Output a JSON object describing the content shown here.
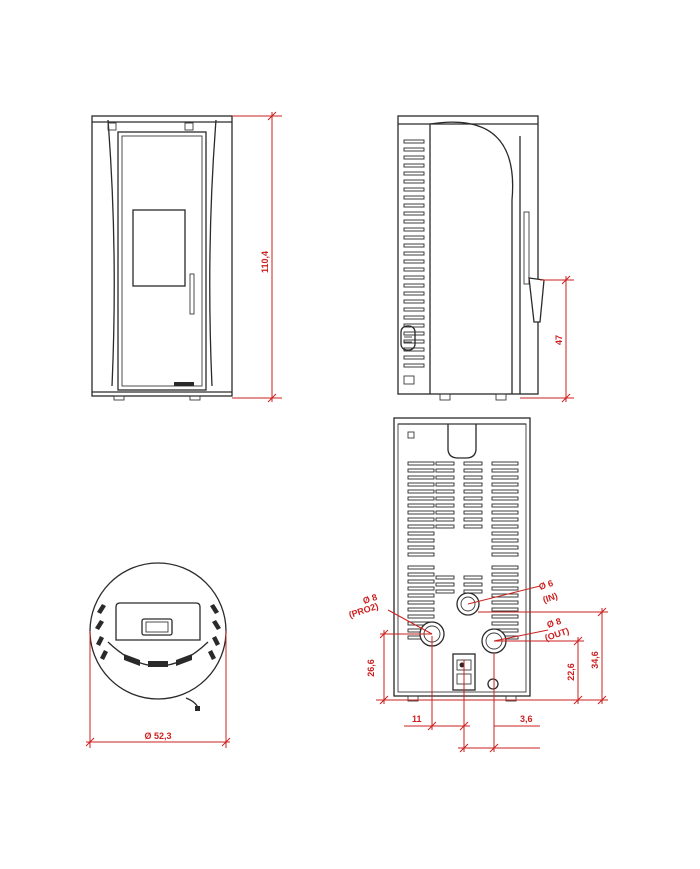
{
  "colors": {
    "outline": "#2a2a2a",
    "dimension": "#cc1f1f",
    "background": "#ffffff"
  },
  "dimensions": {
    "front_height": "110,4",
    "side_connection_height": "47",
    "top_diameter": "Ø 52,3",
    "rear_pro2_diameter": "Ø 8",
    "rear_pro2_label": "(PRO2)",
    "rear_in_diameter": "Ø 6",
    "rear_in_label": "(IN)",
    "rear_out_diameter": "Ø 8",
    "rear_out_label": "(OUT)",
    "rear_pro2_height": "26,6",
    "rear_out_height": "22,6",
    "rear_in_height": "34,6",
    "rear_left_offset": "11",
    "rear_right_offset": "3,6"
  }
}
